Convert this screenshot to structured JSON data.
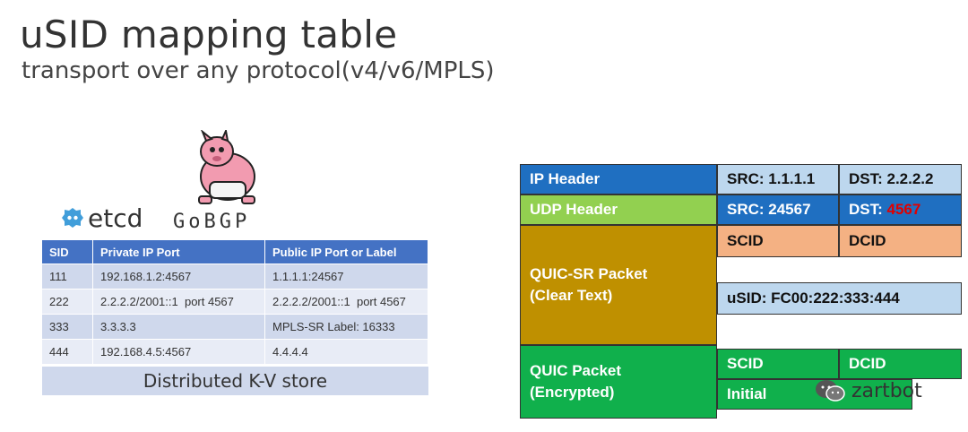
{
  "title": "uSID mapping table",
  "subtitle": "transport over any protocol(v4/v6/MPLS)",
  "logos": {
    "etcd": "etcd",
    "gobgp": "GoBGP"
  },
  "kv_table": {
    "headers": [
      "SID",
      "Private IP Port",
      "Public IP Port or Label"
    ],
    "rows": [
      [
        "111",
        "192.168.1.2:4567",
        "1.1.1.1:24567"
      ],
      [
        "222",
        "2.2.2.2/2001::1  port 4567",
        "2.2.2.2/2001::1  port 4567"
      ],
      [
        "333",
        "3.3.3.3",
        "MPLS-SR Label: 16333"
      ],
      [
        "444",
        "192.168.4.5:4567",
        "4.4.4.4"
      ]
    ],
    "footer": "Distributed K-V store"
  },
  "packet": {
    "ip_header": "IP Header",
    "ip_src": "SRC: 1.1.1.1",
    "ip_dst": "DST: 2.2.2.2",
    "udp_header": "UDP Header",
    "udp_src": "SRC: 24567",
    "udp_dst_prefix": "DST: ",
    "udp_dst_value": "4567",
    "scid": "SCID",
    "dcid": "DCID",
    "quic_sr_line1": "QUIC-SR Packet",
    "quic_sr_line2": "(Clear Text)",
    "usid": "uSID:  FC00:222:333:444",
    "quic_line1": "QUIC Packet",
    "quic_line2": "(Encrypted)",
    "scid2": "SCID",
    "dcid2": "DCID",
    "initial": "Initial"
  },
  "watermark": "zartbot",
  "colors": {
    "header_blue": "#4472c4",
    "ip_header": "#1f6fc1",
    "udp_header": "#92d050",
    "field_blue": "#bdd7ee",
    "id_orange": "#f4b183",
    "quic_sr": "#bf9000",
    "quic": "#10b04c",
    "highlight_red": "#e00000"
  }
}
